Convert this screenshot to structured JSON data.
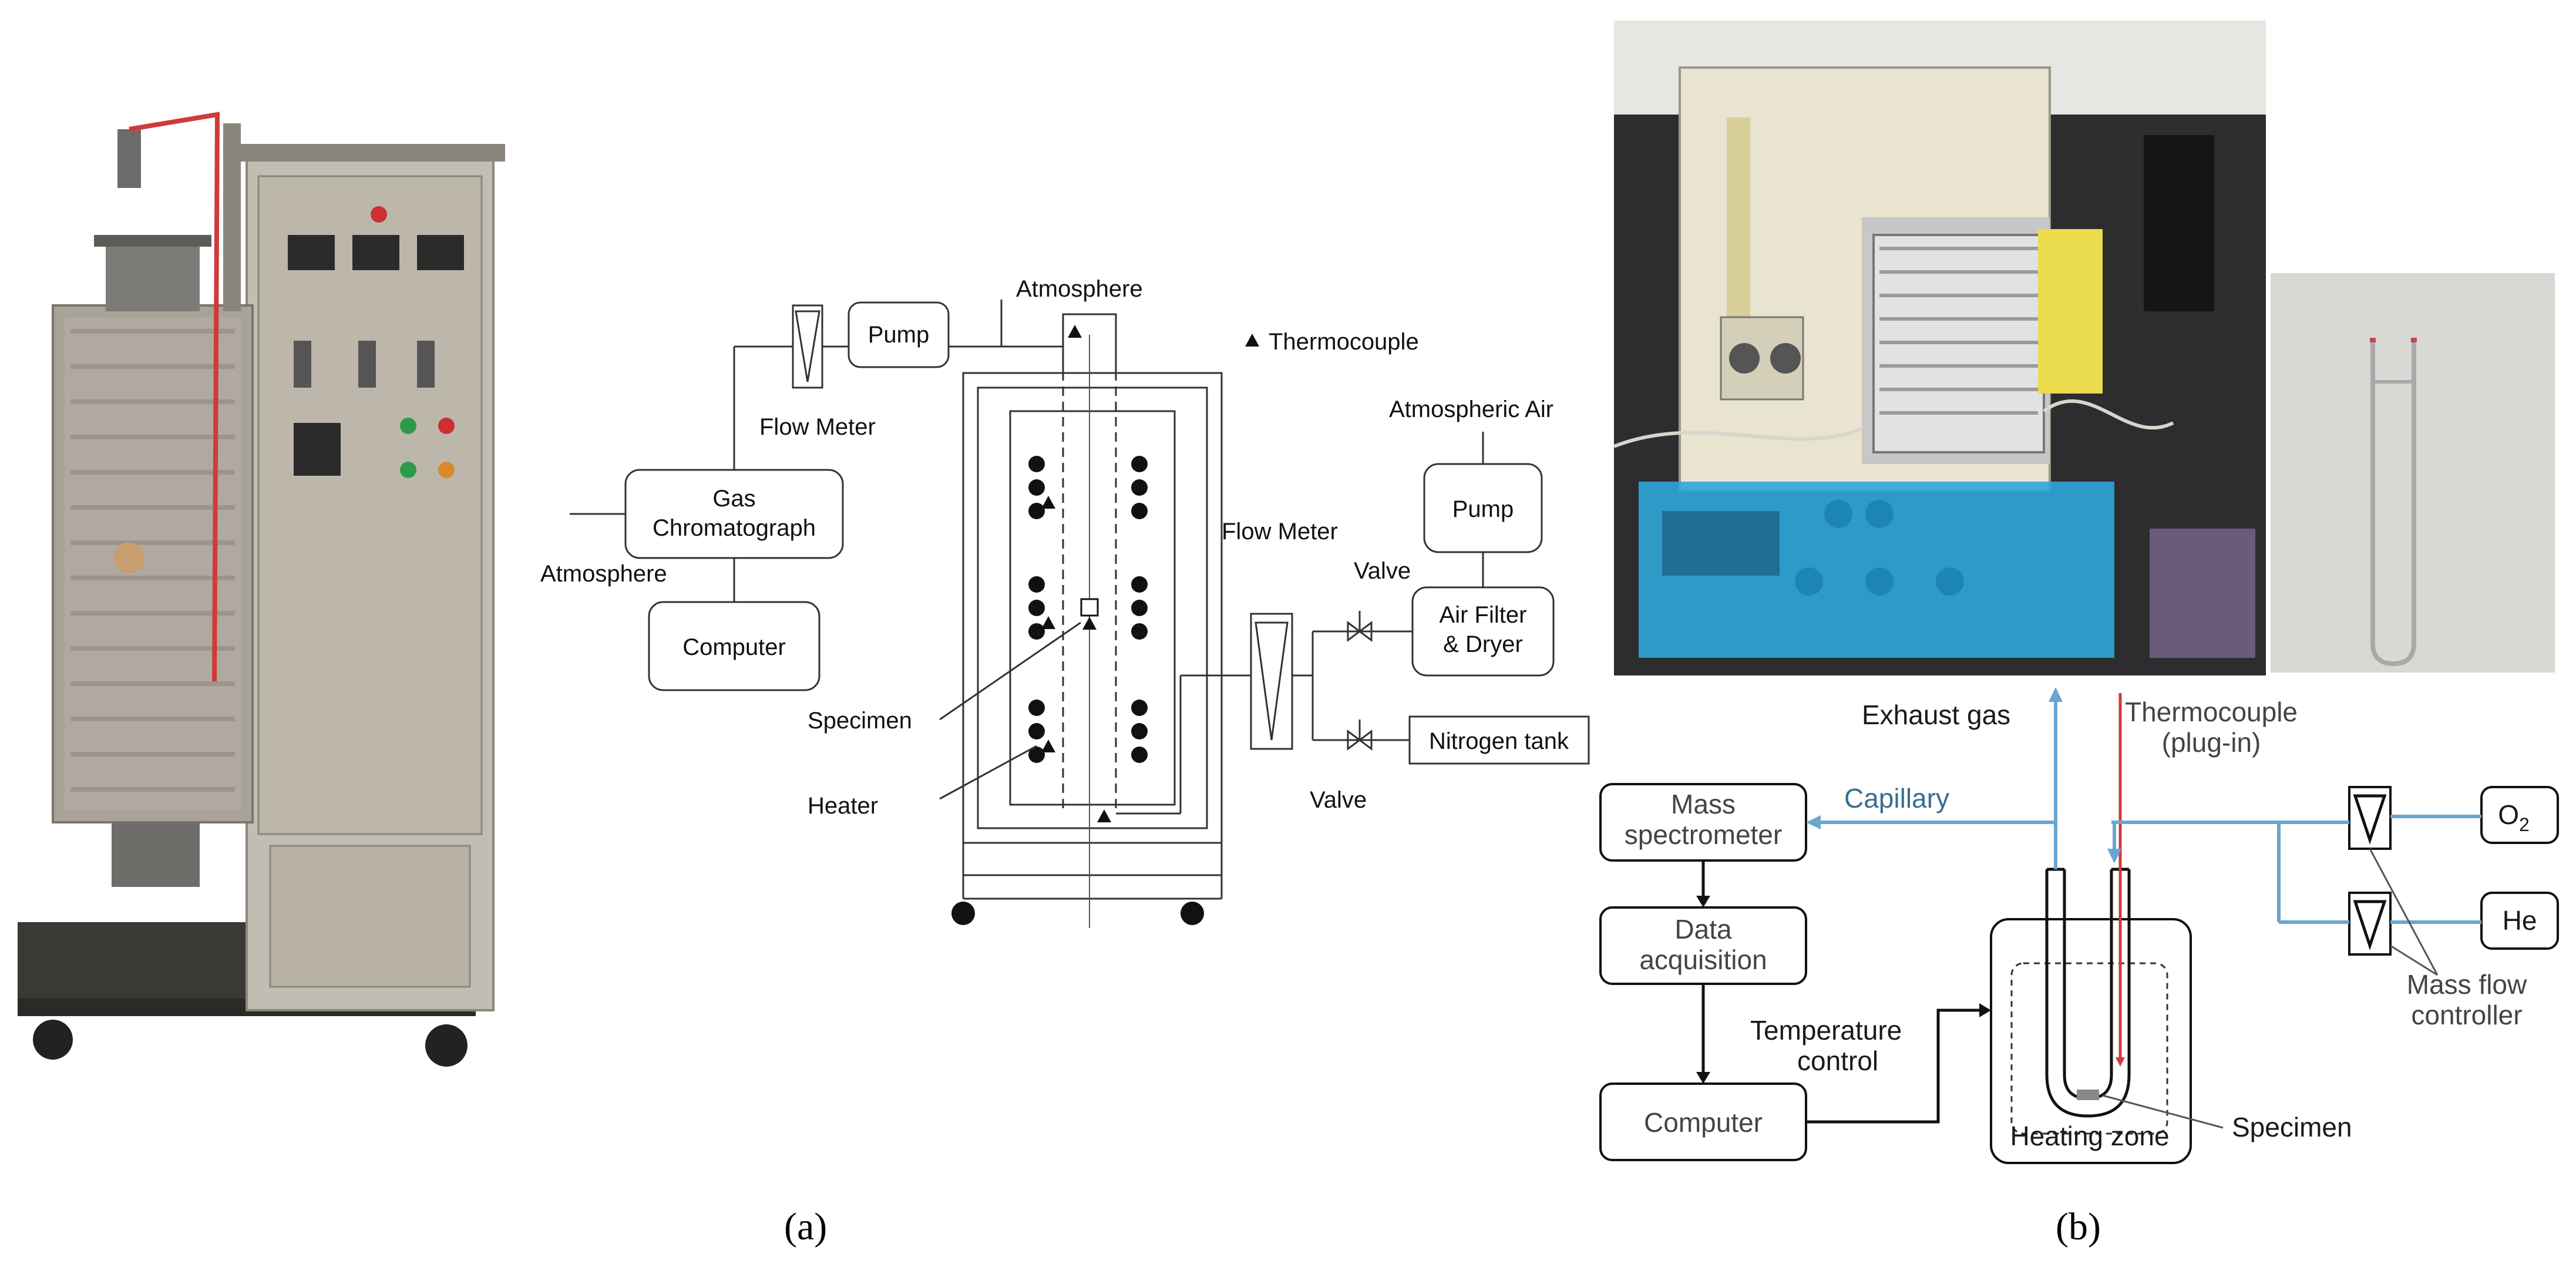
{
  "panel_a": {
    "atmosphere_top": "Atmosphere",
    "thermocouple_legend": "Thermocouple",
    "pump_left": "Pump",
    "flow_meter_left": "Flow Meter",
    "gas_chromatograph_line1": "Gas",
    "gas_chromatograph_line2": "Chromatograph",
    "atmosphere_left": "Atmosphere",
    "computer": "Computer",
    "atmospheric_air": "Atmospheric Air",
    "pump_right": "Pump",
    "flow_meter_right": "Flow Meter",
    "valve_top": "Valve",
    "air_filter_line1": "Air Filter",
    "air_filter_line2": "& Dryer",
    "nitrogen_tank": "Nitrogen tank",
    "valve_bottom": "Valve",
    "specimen": "Specimen",
    "heater": "Heater",
    "caption": "(a)"
  },
  "panel_b": {
    "exhaust_gas": "Exhaust gas",
    "thermocouple_line1": "Thermocouple",
    "thermocouple_line2": "(plug-in)",
    "mass_spec_line1": "Mass",
    "mass_spec_line2": "spectrometer",
    "capillary": "Capillary",
    "o2": "O",
    "o2_sub": "2",
    "he": "He",
    "data_acq_line1": "Data",
    "data_acq_line2": "acquisition",
    "temp_control_line1": "Temperature",
    "temp_control_line2": "control",
    "computer": "Computer",
    "heating_zone": "Heating zone",
    "specimen": "Specimen",
    "mfc_line1": "Mass flow",
    "mfc_line2": "controller",
    "caption": "(b)"
  },
  "colors": {
    "flow_line": "#6aa6cf",
    "thermocouple_wire": "#d03a3a",
    "analyzer_body": "#2fa6d8",
    "furnace_body": "#b9b3a8"
  }
}
